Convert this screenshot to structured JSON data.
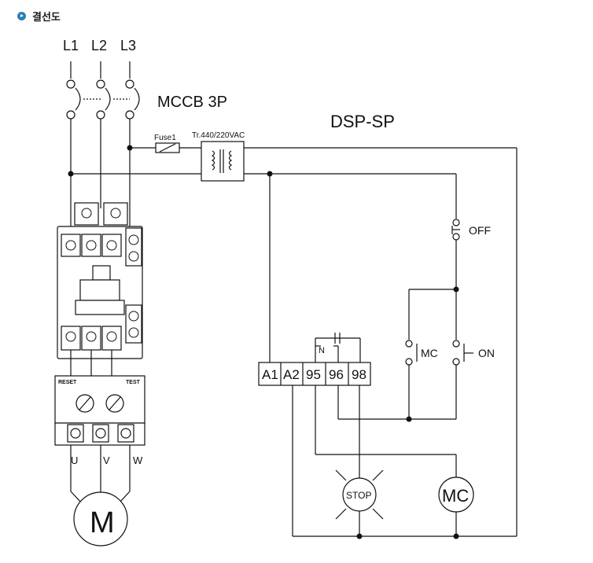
{
  "header": {
    "title": "결선도"
  },
  "labels": {
    "l1": "L1",
    "l2": "L2",
    "l3": "L3",
    "mccb": "MCCB 3P",
    "model": "DSP-SP",
    "fuse": "Fuse1",
    "transformer": "Tr.440/220VAC",
    "off": "OFF",
    "on": "ON",
    "mc_contact": "MC",
    "reset": "RESET",
    "test": "TEST",
    "u": "U",
    "v": "V",
    "w": "W",
    "motor": "M",
    "stop": "STOP",
    "mc_coil": "MC",
    "nc_mark": "N",
    "terminals": [
      "A1",
      "A2",
      "95",
      "96",
      "98"
    ]
  }
}
